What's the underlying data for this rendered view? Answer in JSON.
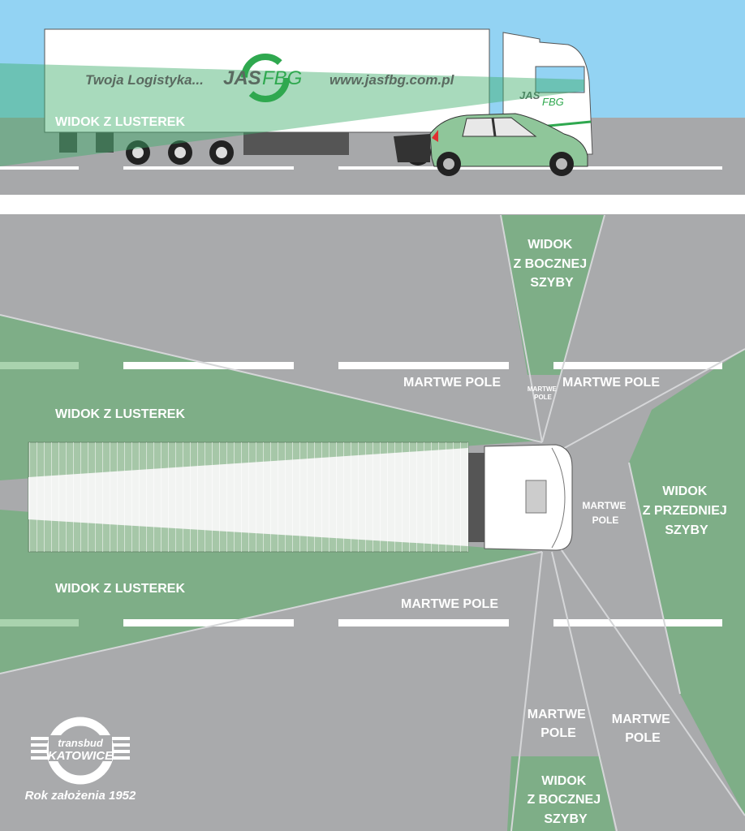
{
  "colors": {
    "sky": "#93d3f3",
    "road": "#a9aaac",
    "view_green": "#7eae87",
    "brand_green": "#2fa84f",
    "car_green": "#8fc69a"
  },
  "side_view": {
    "trailer_slogan": "Twoja Logistyka...",
    "brand_jas": "JAS",
    "brand_fbg": "FBG",
    "trailer_url": "www.jasfbg.com.pl",
    "mirror_label": "WIDOK Z LUSTEREK"
  },
  "top_view": {
    "side_window_top": [
      "WIDOK",
      "Z BOCZNEJ",
      "SZYBY"
    ],
    "blind_spot_top_left": "MARTWE POLE",
    "blind_spot_top_small": [
      "MARTWE",
      "POLE"
    ],
    "blind_spot_top_right": "MARTWE POLE",
    "mirror_upper": "WIDOK Z LUSTEREK",
    "mirror_lower": "WIDOK Z LUSTEREK",
    "blind_spot_front": [
      "MARTWE",
      "POLE"
    ],
    "front_window": [
      "WIDOK",
      "Z PRZEDNIEJ",
      "SZYBY"
    ],
    "blind_spot_bottom": "MARTWE POLE",
    "blind_spot_bottom_left": [
      "MARTWE",
      "POLE"
    ],
    "blind_spot_bottom_right": [
      "MARTWE",
      "POLE"
    ],
    "side_window_bottom": [
      "WIDOK",
      "Z BOCZNEJ",
      "SZYBY"
    ]
  },
  "footer_logo": {
    "line1": "transbud",
    "line2": "KATOWICE",
    "founded": "Rok założenia 1952"
  }
}
